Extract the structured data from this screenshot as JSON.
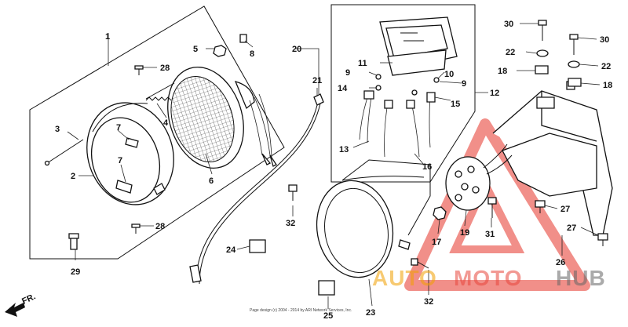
{
  "labels": {
    "p1": "1",
    "p2": "2",
    "p3": "3",
    "p4": "4",
    "p5": "5",
    "p6": "6",
    "p7a": "7",
    "p7b": "7",
    "p8": "8",
    "p9a": "9",
    "p9b": "9",
    "p10": "10",
    "p11": "11",
    "p12": "12",
    "p13": "13",
    "p14": "14",
    "p15": "15",
    "p16": "16",
    "p17": "17",
    "p18a": "18",
    "p18b": "18",
    "p19": "19",
    "p20": "20",
    "p21": "21",
    "p22a": "22",
    "p22b": "22",
    "p23": "23",
    "p24": "24",
    "p25": "25",
    "p26": "26",
    "p27a": "27",
    "p27b": "27",
    "p28a": "28",
    "p28b": "28",
    "p29": "29",
    "p30a": "30",
    "p30b": "30",
    "p31": "31",
    "p32a": "32",
    "p32b": "32"
  },
  "direction_label": "FR.",
  "copyright_text": "Page design (c) 2004 - 2014 by ARI Network Services, Inc.",
  "watermark": {
    "auto": "AUTO",
    "moto": "MOTO",
    "hub": "HUB"
  },
  "colors": {
    "watermark_orange": "#f2a000",
    "watermark_red": "#e8463c",
    "watermark_grey": "#666666",
    "line": "#111111"
  }
}
